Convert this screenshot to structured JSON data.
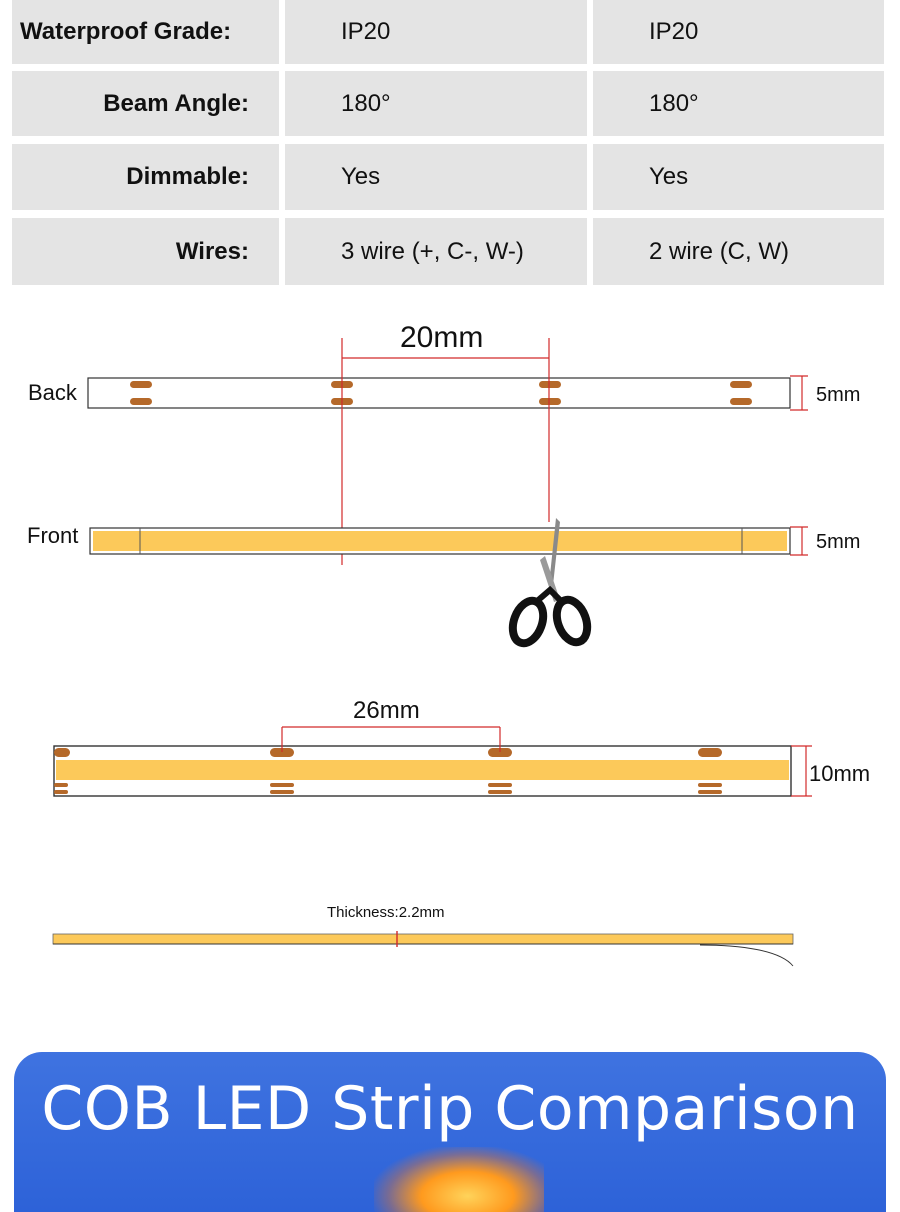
{
  "specs": {
    "rows": [
      {
        "label": "Waterproof Grade:",
        "value1": "IP20",
        "value2": "IP20"
      },
      {
        "label": "Beam Angle:",
        "value1": "180°",
        "value2": "180°"
      },
      {
        "label": "Dimmable:",
        "value1": "Yes",
        "value2": "Yes"
      },
      {
        "label": "Wires:",
        "value1": "3 wire (+, C-, W-)",
        "value2": "2 wire (C, W)"
      }
    ]
  },
  "diagram": {
    "back_label": "Back",
    "front_label": "Front",
    "strip5_pitch": "20mm",
    "strip5_back_width": "5mm",
    "strip5_front_width": "5mm",
    "strip10_pitch": "26mm",
    "strip10_width": "10mm",
    "thickness": "Thickness:2.2mm",
    "colors": {
      "led": "#fcc95a",
      "pad": "#b5692a",
      "dim_line": "#d22a2a"
    }
  },
  "banner": {
    "title": "COB LED Strip Comparison"
  }
}
